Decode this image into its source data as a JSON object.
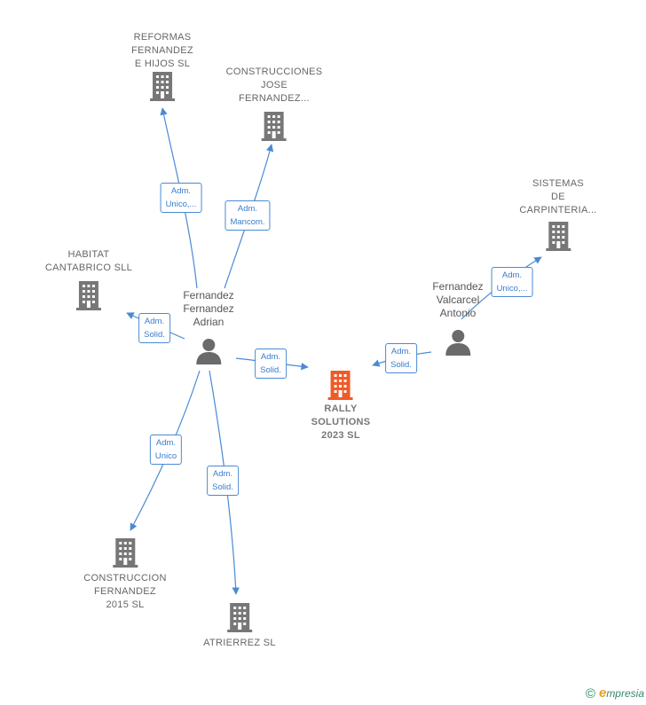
{
  "colors": {
    "edge": "#4a8ad4",
    "company_icon": "#777777",
    "main_company_icon": "#f05a28",
    "person_icon": "#6a6a6a"
  },
  "nodes": {
    "reformas": {
      "label": "REFORMAS\nFERNANDEZ\nE HIJOS SL",
      "icon": "building-icon"
    },
    "construcciones_jose": {
      "label": "CONSTRUCCIONES\nJOSE\nFERNANDEZ...",
      "icon": "building-icon"
    },
    "sistemas": {
      "label": "SISTEMAS\nDE\nCARPINTERIA...",
      "icon": "building-icon"
    },
    "habitat": {
      "label": "HABITAT\nCANTABRICO SLL",
      "icon": "building-icon"
    },
    "person_adrian": {
      "label": "Fernandez\nFernandez\nAdrian",
      "icon": "person-icon"
    },
    "person_antonio": {
      "label": "Fernandez\nValcarcel\nAntonio",
      "icon": "person-icon"
    },
    "rally": {
      "label": "RALLY\nSOLUTIONS\n2023  SL",
      "icon": "building-icon"
    },
    "construccion_2015": {
      "label": "CONSTRUCCION\nFERNANDEZ\n2015  SL",
      "icon": "building-icon"
    },
    "atrierrez": {
      "label": "ATRIERREZ  SL",
      "icon": "building-icon"
    }
  },
  "edges": {
    "adrian_reformas": "Adm.\nUnico,...",
    "adrian_construcciones": "Adm.\nMancom.",
    "adrian_habitat": "Adm.\nSolid.",
    "adrian_rally": "Adm.\nSolid.",
    "antonio_rally": "Adm.\nSolid.",
    "antonio_sistemas": "Adm.\nUnico,...",
    "adrian_construccion2015": "Adm.\nUnico",
    "adrian_atrierrez": "Adm.\nSolid."
  },
  "footer": {
    "copyright": "©",
    "brand_initial": "e",
    "brand_rest": "mpresia"
  }
}
